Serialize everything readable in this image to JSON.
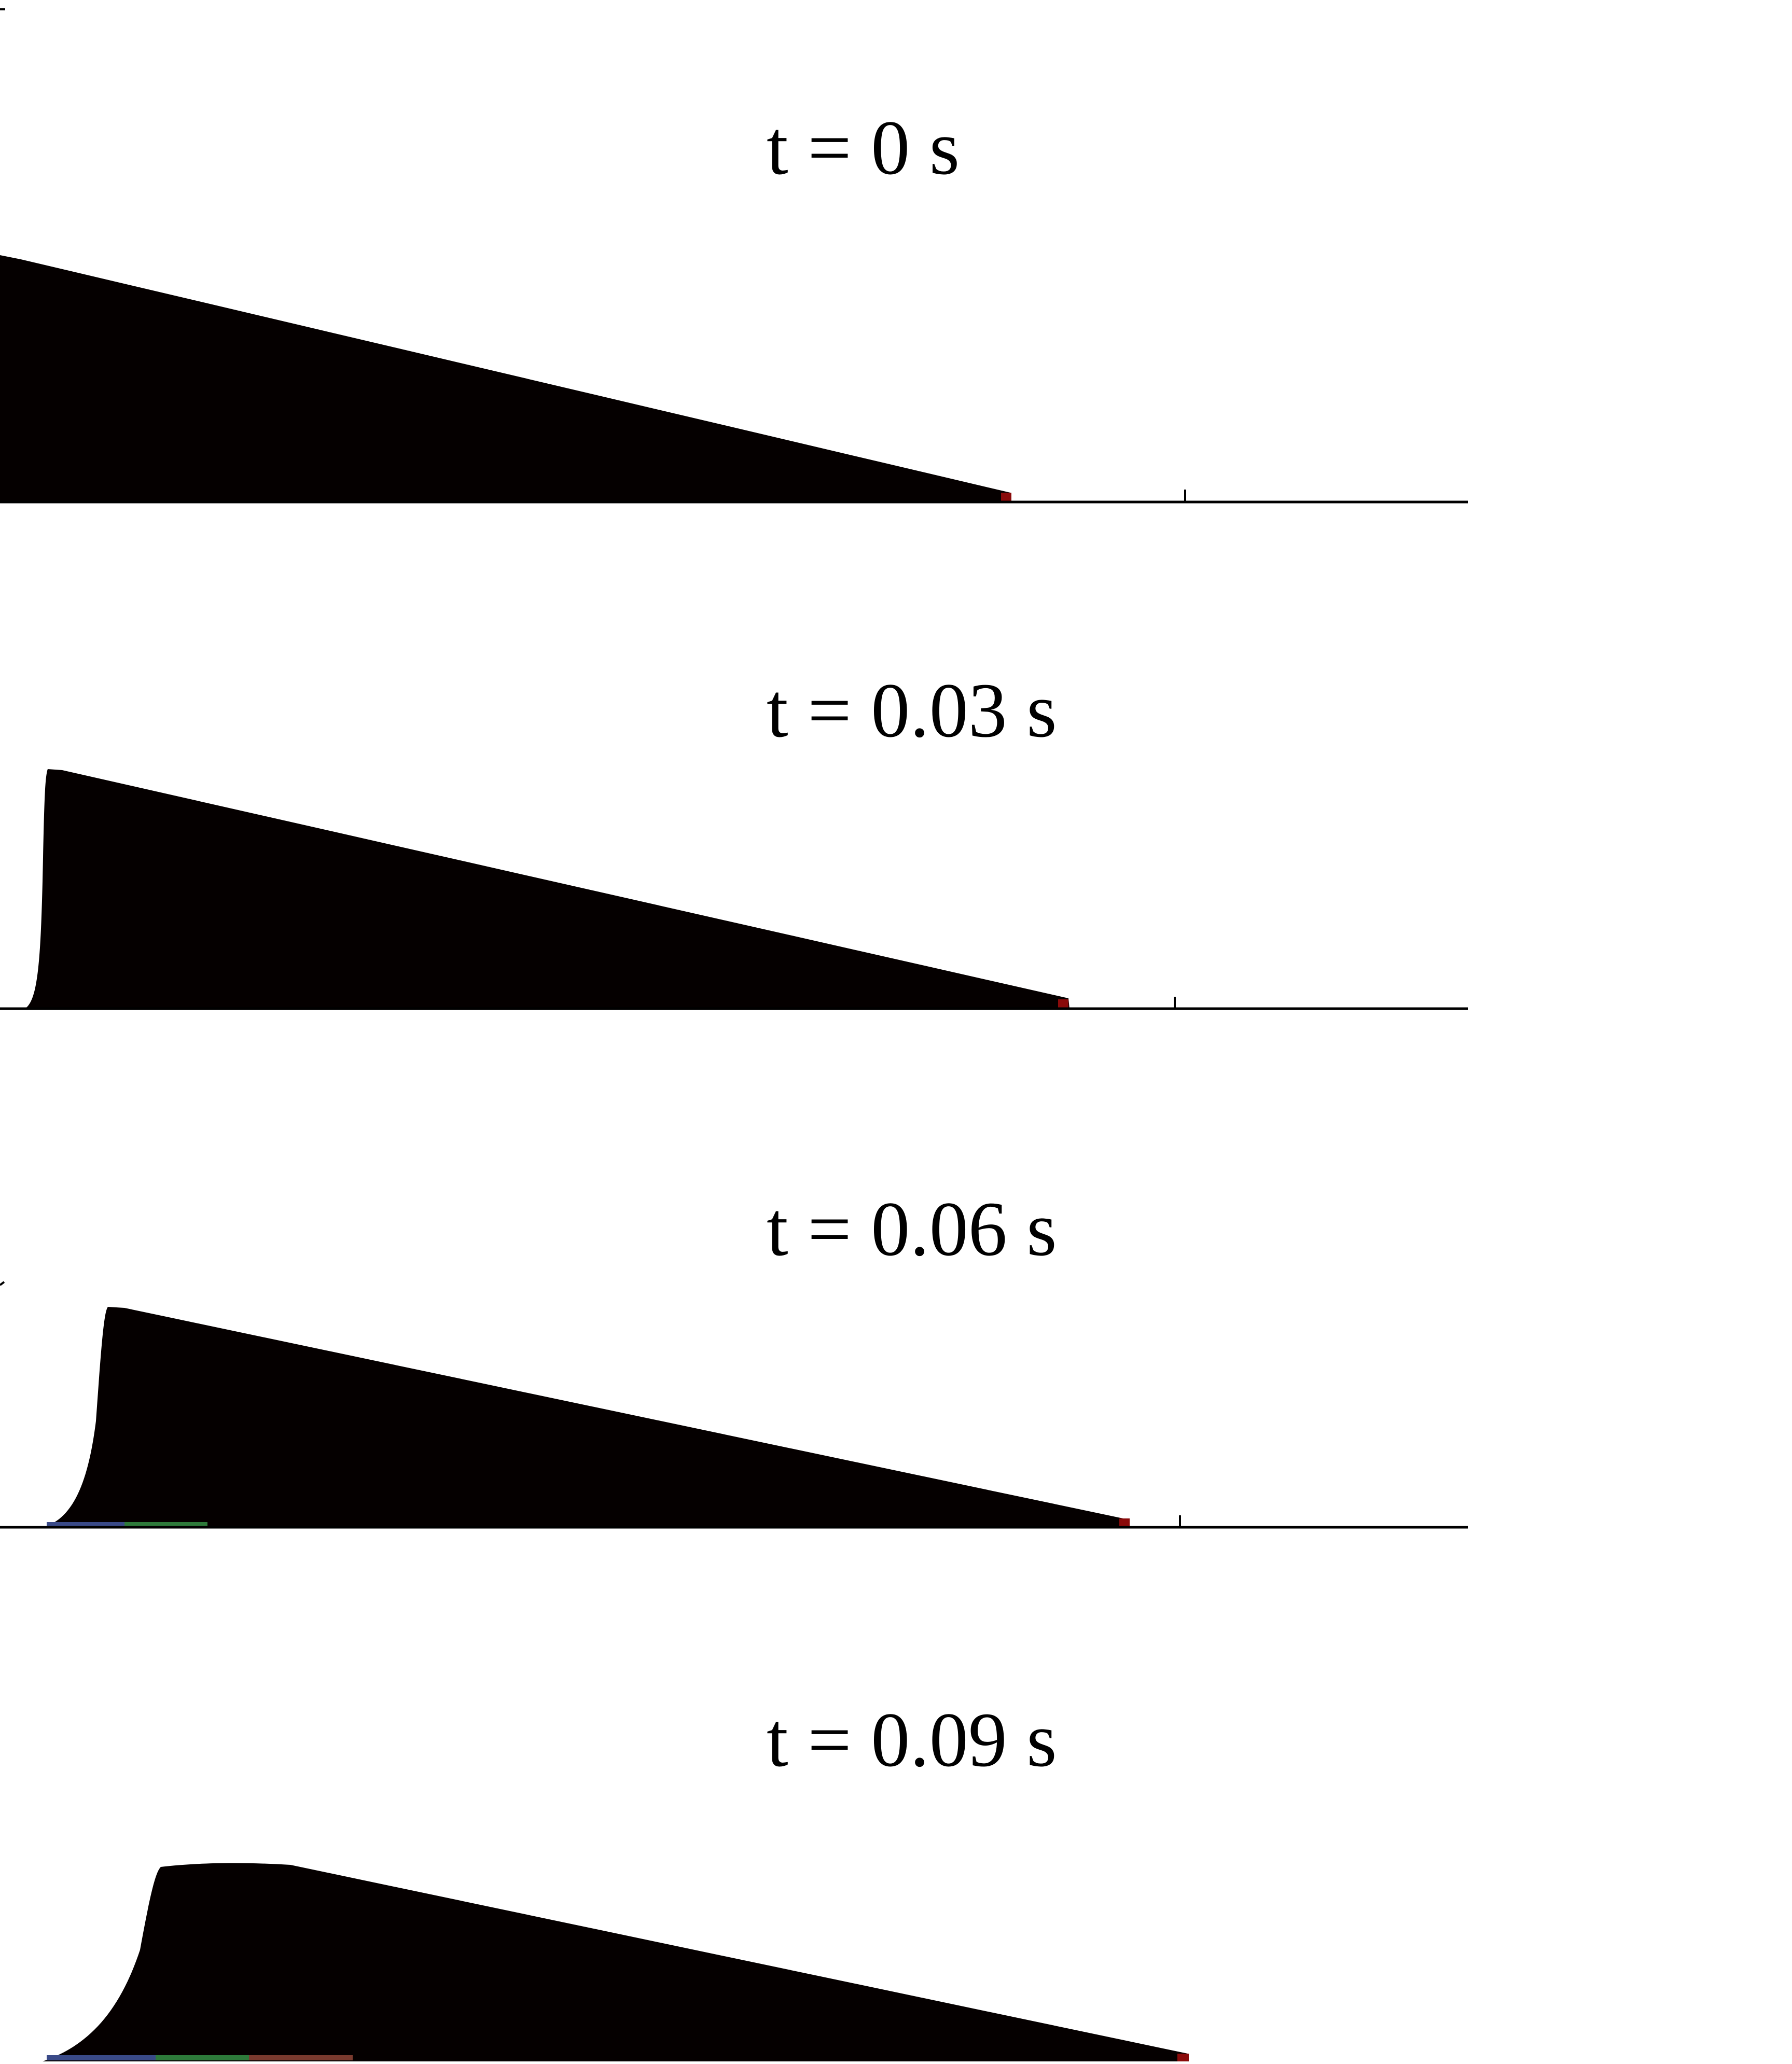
{
  "figure": {
    "frames": [
      {
        "id": "frame-t0",
        "label": "t = 0 s"
      },
      {
        "id": "frame-t003",
        "label": "t = 0.03 s"
      },
      {
        "id": "frame-t006",
        "label": "t = 0.06 s"
      },
      {
        "id": "frame-t009",
        "label": "t = 0.09 s"
      }
    ],
    "colors": {
      "fill": "#050000",
      "baseline": "#000000",
      "background": "#ffffff",
      "front_edge": "#8a0a0a"
    }
  }
}
